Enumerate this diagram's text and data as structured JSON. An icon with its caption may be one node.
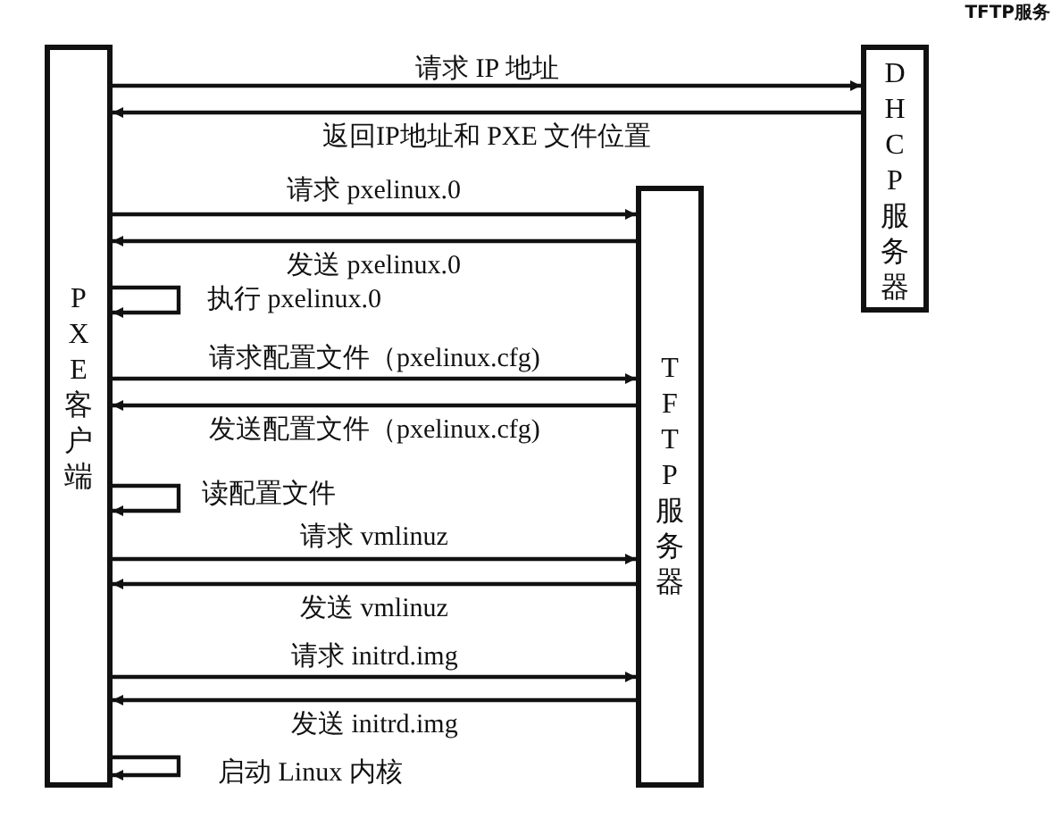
{
  "diagram": {
    "nodes": [
      {
        "text": [
          "PXE 客户端"
        ]
      },
      {
        "text": [
          "DHCP服务器"
        ]
      },
      {
        "text": [
          "TFTP 服务器"
        ]
      }
    ],
    "edges": [
      {
        "from": 0,
        "to": 1,
        "arrow": "to",
        "label": "请求 IP 地址"
      },
      {
        "from": 1,
        "to": 0,
        "arrow": "to",
        "label": "返回IP地址和 PXE 文件位置"
      },
      {
        "from": 0,
        "to": 2,
        "arrow": "to",
        "label": "请求 pxelinux.0"
      },
      {
        "from": 2,
        "to": 0,
        "arrow": "to",
        "label": "发送 pxelinux.0"
      },
      {
        "from": 0,
        "to": 0,
        "arrow": "to",
        "label": "执行 pxelinux.0"
      },
      {
        "from": 0,
        "to": 2,
        "arrow": "to",
        "label": "请求配置文件（pxelinux.cfg)"
      },
      {
        "from": 2,
        "to": 0,
        "arrow": "to",
        "label": "发送配置文件（pxelinux.cfg)"
      },
      {
        "from": 0,
        "to": 0,
        "arrow": "to",
        "label": "读配置文件"
      },
      {
        "from": 0,
        "to": 2,
        "arrow": "to",
        "label": "请求 vmlinuz"
      },
      {
        "from": 2,
        "to": 0,
        "arrow": "to",
        "label": "发送 vmlinuz"
      },
      {
        "from": 0,
        "to": 2,
        "arrow": "to",
        "label": "请求 initrd.img"
      },
      {
        "from": 2,
        "to": 0,
        "arrow": "to",
        "label": "发送 initrd.img"
      },
      {
        "from": 0,
        "to": 0,
        "arrow": "to",
        "label": "启动 Linux 内核"
      }
    ],
    "labels": [
      "TFTP服务"
    ]
  }
}
